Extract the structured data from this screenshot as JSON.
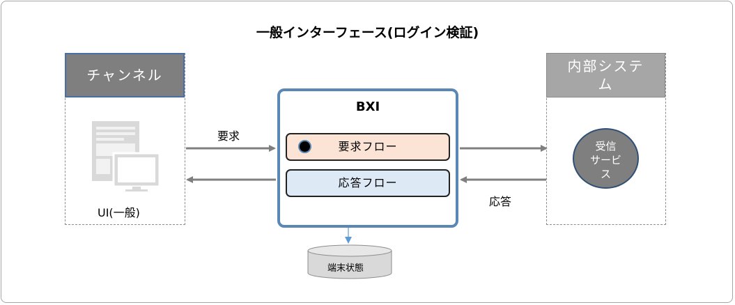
{
  "title": "一般インターフェース(ログイン検証)",
  "channel": {
    "header": "チャンネル",
    "ui_label": "UI(一般)"
  },
  "bxi": {
    "title": "BXI",
    "request_flow": "要求フロー",
    "response_flow": "応答フロー"
  },
  "internal_system": {
    "header_line1": "内部システ",
    "header_line2": "ム",
    "service_line1": "受信",
    "service_line2": "サービ",
    "service_line3": "ス"
  },
  "arrows": {
    "request_label": "要求",
    "response_label": "応答"
  },
  "storage": {
    "label": "端末状態"
  },
  "colors": {
    "bxi_border": "#5b87b4",
    "request_flow_fill": "#fbe4d6",
    "response_flow_fill": "#dde9f5",
    "channel_header": "#7f7f7f",
    "internal_header": "#a6a6a6",
    "connector": "#5b9bd5"
  },
  "icons": {
    "ui": "desktop-tablet-icon",
    "storage": "database-cylinder-icon"
  }
}
